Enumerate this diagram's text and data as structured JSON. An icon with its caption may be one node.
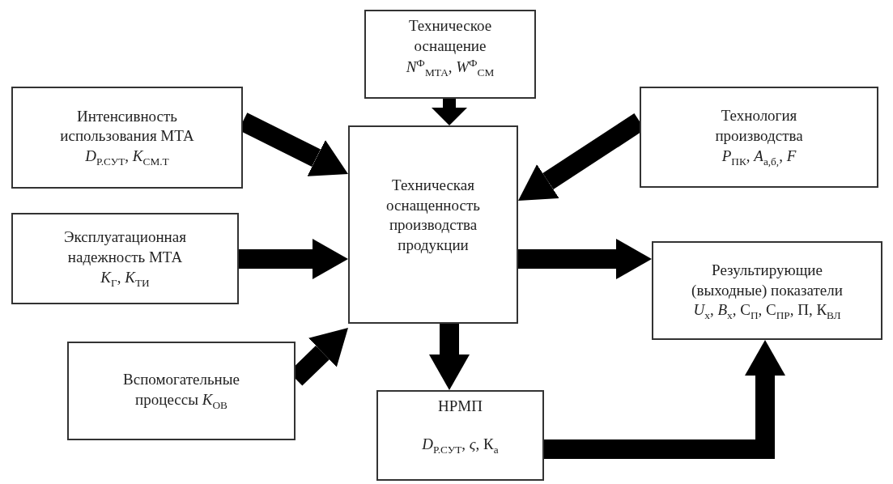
{
  "diagram": {
    "nodes": [
      {
        "text": [
          "Техническое оснащение",
          "*N*$^{Ф}$$_{МТА}$, *W*$^{Ф}$$_{СМ}$"
        ]
      },
      {
        "text": [
          "Интенсивность использования МТА",
          "*D*$_{Р.СУТ}$, *K*$_{СМ.Т}$"
        ]
      },
      {
        "text": [
          "Технология производства",
          "*P*$_{ПК}$, *A*$_{а,б,}$, *F*"
        ]
      },
      {
        "text": [
          "Техническая оснащенность производства продукции"
        ]
      },
      {
        "text": [
          "Эксплуатационная надежность МТА",
          "*K*$_{Г}$, *K*$_{ТИ}$"
        ]
      },
      {
        "text": [
          "Результирующие (выходные) показатели",
          "*U*$_{х}$, *B*$_{х}$, С$_{П}$, С$_{ПР}$, П, К$_{ВЛ}$"
        ]
      },
      {
        "text": [
          "Вспомогательные процессы *K*$_{ОВ}$"
        ]
      },
      {
        "text": [
          "НРМП",
          "*D*$_{Р.СУТ}$, *ς*, К$_{а}$"
        ]
      }
    ],
    "edges": [
      {
        "from": 1,
        "to": 3,
        "arrow": "to"
      },
      {
        "from": 0,
        "to": 3,
        "arrow": "to"
      },
      {
        "from": 2,
        "to": 3,
        "arrow": "to"
      },
      {
        "from": 4,
        "to": 3,
        "arrow": "to"
      },
      {
        "from": 6,
        "to": 3,
        "arrow": "to"
      },
      {
        "from": 3,
        "to": 5,
        "arrow": "to"
      },
      {
        "from": 3,
        "to": 7,
        "arrow": "to"
      },
      {
        "from": 7,
        "to": 5,
        "arrow": "to"
      }
    ]
  }
}
